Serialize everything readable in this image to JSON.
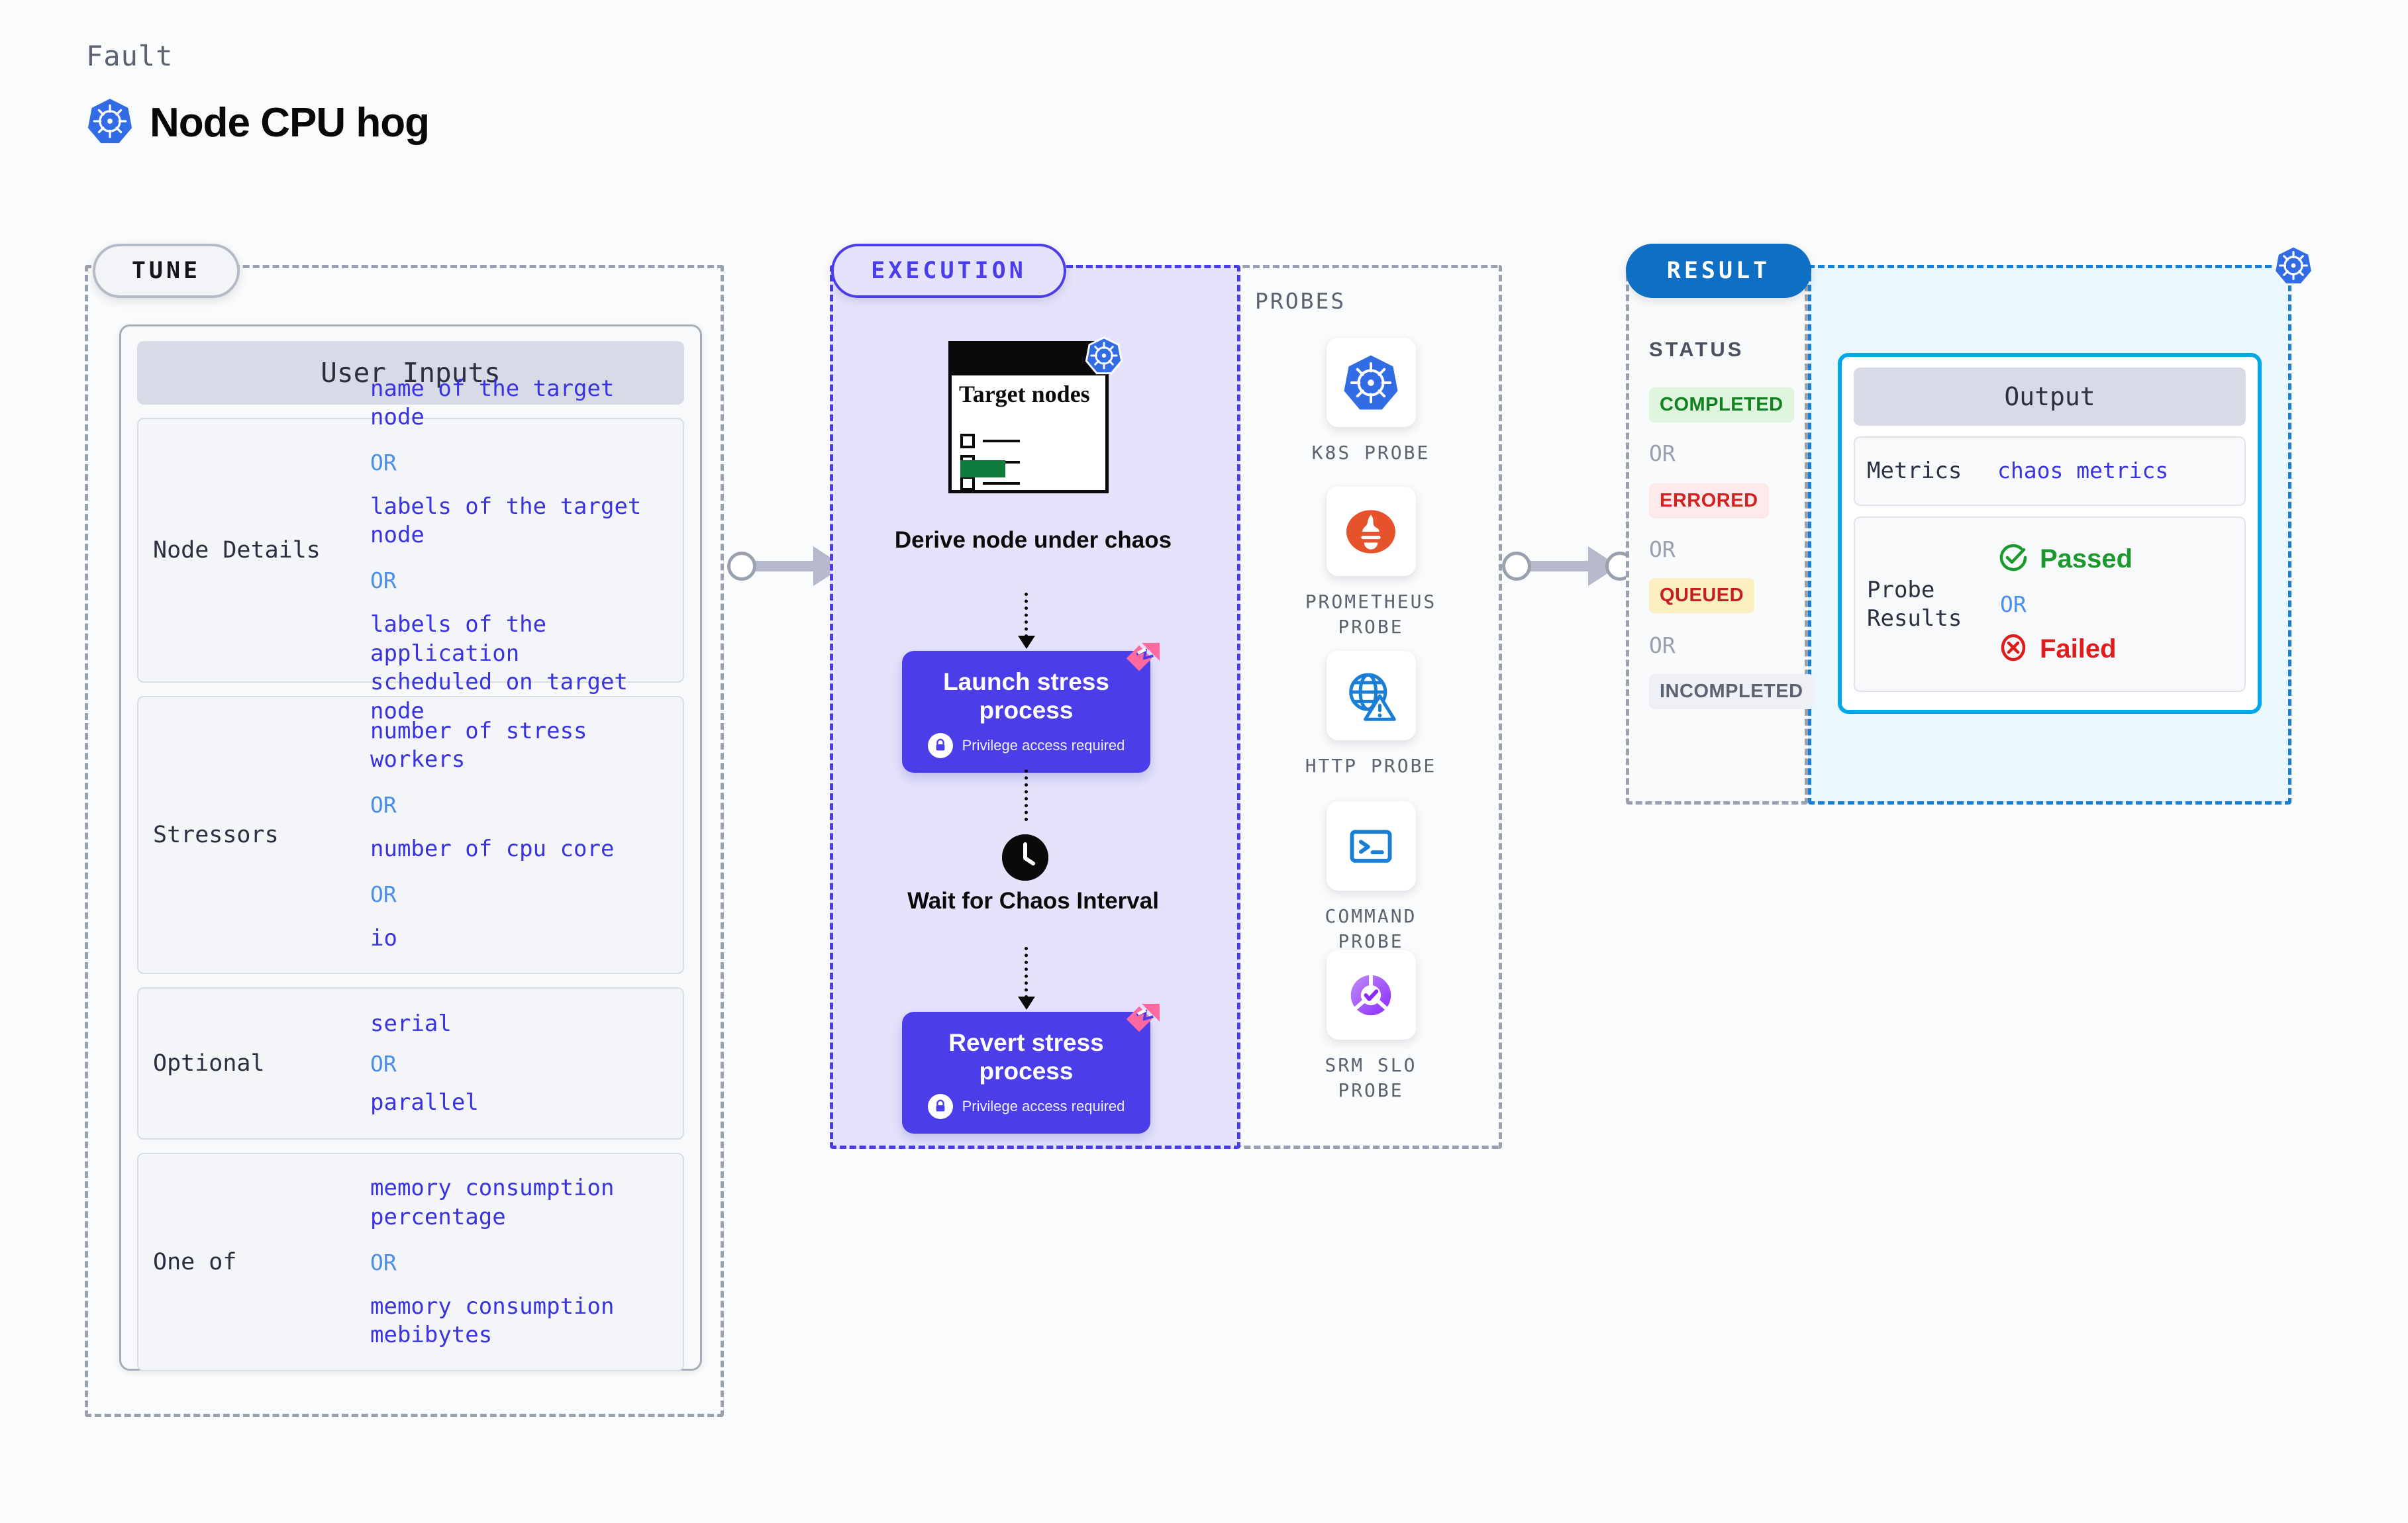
{
  "header": {
    "kicker": "Fault",
    "title": "Node CPU hog",
    "logo_icon": "kubernetes-icon"
  },
  "tune": {
    "pill_label": "TUNE",
    "card_title": "User Inputs",
    "rows": [
      {
        "label": "Node Details",
        "values": [
          "name of the target node",
          "labels of the target node",
          "labels of the application\n scheduled on target node"
        ],
        "separator": "OR"
      },
      {
        "label": "Stressors",
        "values": [
          "number of stress workers",
          "number of cpu core",
          "io"
        ],
        "separator": "OR"
      },
      {
        "label": "Optional",
        "values": [
          "serial",
          "parallel"
        ],
        "separator": "OR"
      },
      {
        "label": "One of",
        "values": [
          "memory consumption percentage",
          "memory consumption mebibytes"
        ],
        "separator": "OR"
      }
    ]
  },
  "execution": {
    "pill_label": "EXECUTION",
    "derive": {
      "doc_title": "Target nodes",
      "caption": "Derive node under chaos",
      "badge_icon": "kubernetes-icon"
    },
    "launch": {
      "title": "Launch stress process",
      "privilege": "Privilege access required",
      "lock_icon": "lock-icon",
      "corner_icon": "litmus-chaos-icon"
    },
    "wait": {
      "caption": "Wait for Chaos Interval",
      "icon": "clock-icon"
    },
    "revert": {
      "title": "Revert stress process",
      "privilege": "Privilege access required",
      "lock_icon": "lock-icon",
      "corner_icon": "litmus-chaos-icon"
    }
  },
  "probes": {
    "section_label": "PROBES",
    "items": [
      {
        "label": "K8S PROBE",
        "icon": "kubernetes-icon"
      },
      {
        "label": "PROMETHEUS PROBE",
        "icon": "prometheus-icon"
      },
      {
        "label": "HTTP PROBE",
        "icon": "globe-warning-icon"
      },
      {
        "label": "COMMAND PROBE",
        "icon": "terminal-icon"
      },
      {
        "label": "SRM SLO PROBE",
        "icon": "srm-slo-icon"
      }
    ]
  },
  "result": {
    "pill_label": "RESULT",
    "status_label": "STATUS",
    "separator": "OR",
    "statuses": [
      {
        "text": "COMPLETED",
        "bg": "#dff5de",
        "fg": "#118021"
      },
      {
        "text": "ERRORED",
        "bg": "#fdeaea",
        "fg": "#d32020"
      },
      {
        "text": "QUEUED",
        "bg": "#fcefc2",
        "fg": "#c42020"
      },
      {
        "text": "INCOMPLETED",
        "bg": "#eef0f5",
        "fg": "#5b6270"
      }
    ],
    "corner_icon": "kubernetes-icon",
    "output": {
      "card_title": "Output",
      "metrics_label": "Metrics",
      "metrics_value": "chaos metrics",
      "probe_results_label": "Probe Results",
      "passed_text": "Passed",
      "failed_text": "Failed",
      "separator": "OR",
      "passed_icon": "check-circle-icon",
      "failed_icon": "x-circle-icon"
    }
  },
  "connectors": {
    "tune_to_execution": "arrow-right",
    "execution_to_result": "arrow-right"
  },
  "colors": {
    "accent_purple": "#4b3ee8",
    "accent_blue": "#0f6fc4",
    "output_border": "#00a8e8",
    "value_text": "#3a33e0",
    "or_text": "#4a90e8",
    "k8s_blue": "#326ce5",
    "litmus_pink": "#ff69a0"
  }
}
